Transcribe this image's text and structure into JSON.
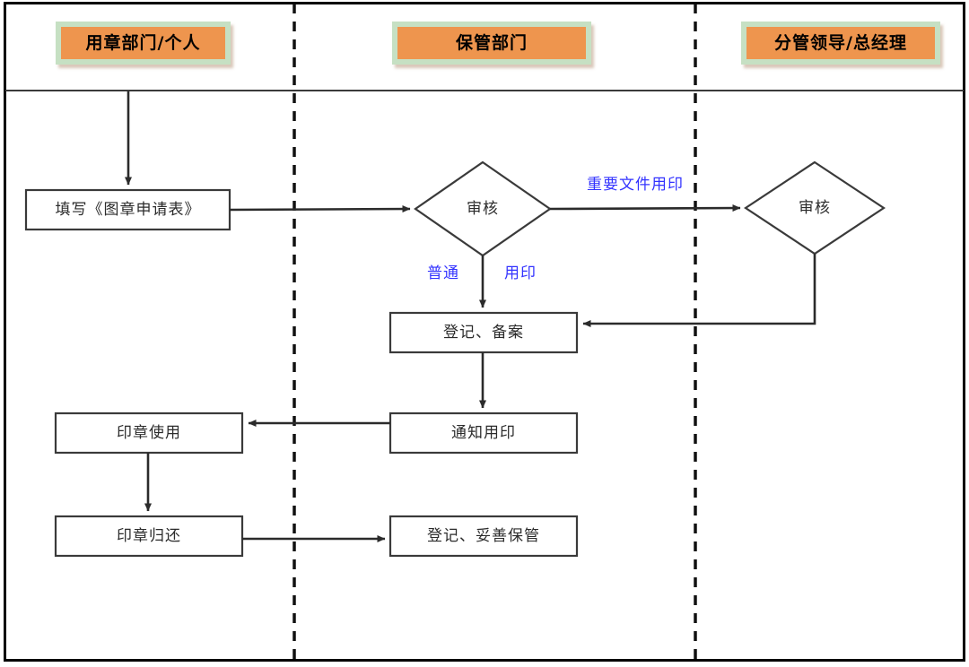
{
  "diagram": {
    "type": "swimlane-flowchart",
    "title": "",
    "colors": {
      "lane_header_fill": "#EE954E",
      "lane_header_border": "#C6E0C3",
      "edge_label_text": "#3333FF",
      "node_stroke": "#3A3A3A",
      "node_fill": "#FFFFFF",
      "frame_stroke": "#000000"
    },
    "lanes": [
      {
        "id": "lane-applicant",
        "label": "用章部门/个人"
      },
      {
        "id": "lane-custodian",
        "label": "保管部门"
      },
      {
        "id": "lane-leader",
        "label": "分管领导/总经理"
      }
    ],
    "nodes": [
      {
        "id": "node-fill-form",
        "lane": "lane-applicant",
        "shape": "rect",
        "label": "填写《图章申请表》"
      },
      {
        "id": "node-review-1",
        "lane": "lane-custodian",
        "shape": "diamond",
        "label": "审核"
      },
      {
        "id": "node-review-2",
        "lane": "lane-leader",
        "shape": "diamond",
        "label": "审核"
      },
      {
        "id": "node-register",
        "lane": "lane-custodian",
        "shape": "rect",
        "label": "登记、备案"
      },
      {
        "id": "node-notify",
        "lane": "lane-custodian",
        "shape": "rect",
        "label": "通知用印"
      },
      {
        "id": "node-seal-use",
        "lane": "lane-applicant",
        "shape": "rect",
        "label": "印章使用"
      },
      {
        "id": "node-seal-return",
        "lane": "lane-applicant",
        "shape": "rect",
        "label": "印章归还"
      },
      {
        "id": "node-register-keep",
        "lane": "lane-custodian",
        "shape": "rect",
        "label": "登记、妥善保管"
      }
    ],
    "edge_labels": [
      {
        "id": "edge-label-important",
        "text": "重要文件用印"
      },
      {
        "id": "edge-label-normal",
        "text": "普通"
      },
      {
        "id": "edge-label-stamp",
        "text": "用印"
      }
    ],
    "edges": [
      {
        "from": "lane-start",
        "to": "node-fill-form",
        "label": ""
      },
      {
        "from": "node-fill-form",
        "to": "node-review-1",
        "label": ""
      },
      {
        "from": "node-review-1",
        "to": "node-review-2",
        "label": "重要文件用印"
      },
      {
        "from": "node-review-1",
        "to": "node-register",
        "label": "普通 用印"
      },
      {
        "from": "node-review-2",
        "to": "node-register",
        "label": ""
      },
      {
        "from": "node-register",
        "to": "node-notify",
        "label": ""
      },
      {
        "from": "node-notify",
        "to": "node-seal-use",
        "label": ""
      },
      {
        "from": "node-seal-use",
        "to": "node-seal-return",
        "label": ""
      },
      {
        "from": "node-seal-return",
        "to": "node-register-keep",
        "label": ""
      }
    ]
  }
}
